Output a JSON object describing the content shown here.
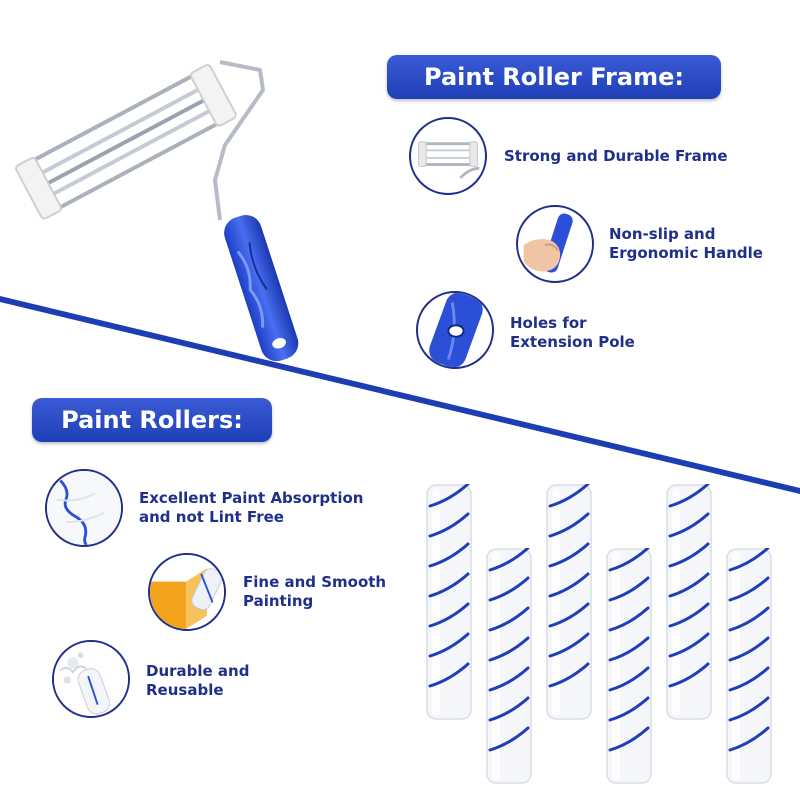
{
  "frame_section": {
    "title": "Paint Roller Frame:",
    "features": [
      {
        "icon": "frame-closeup-icon",
        "line1": "Strong and Durable Frame",
        "line2": ""
      },
      {
        "icon": "hand-grip-icon",
        "line1": "Non-slip and",
        "line2": "Ergonomic Handle"
      },
      {
        "icon": "handle-hole-icon",
        "line1": "Holes for",
        "line2": "Extension Pole"
      }
    ]
  },
  "rollers_section": {
    "title": "Paint Rollers:",
    "features": [
      {
        "icon": "roller-fiber-icon",
        "line1": "Excellent Paint Absorption",
        "line2": "and not Lint Free"
      },
      {
        "icon": "painting-stroke-icon",
        "line1": "Fine and Smooth",
        "line2": "Painting"
      },
      {
        "icon": "splash-roller-icon",
        "line1": "Durable and",
        "line2": "Reusable"
      }
    ]
  },
  "colors": {
    "brand_blue": "#1f3fb8",
    "text_navy": "#1f2f8a",
    "divider_blue": "#1d3db5",
    "handle_blue": "#2b4fd6",
    "orange_accent": "#f2a31b"
  },
  "product": {
    "roller_count": 6
  }
}
